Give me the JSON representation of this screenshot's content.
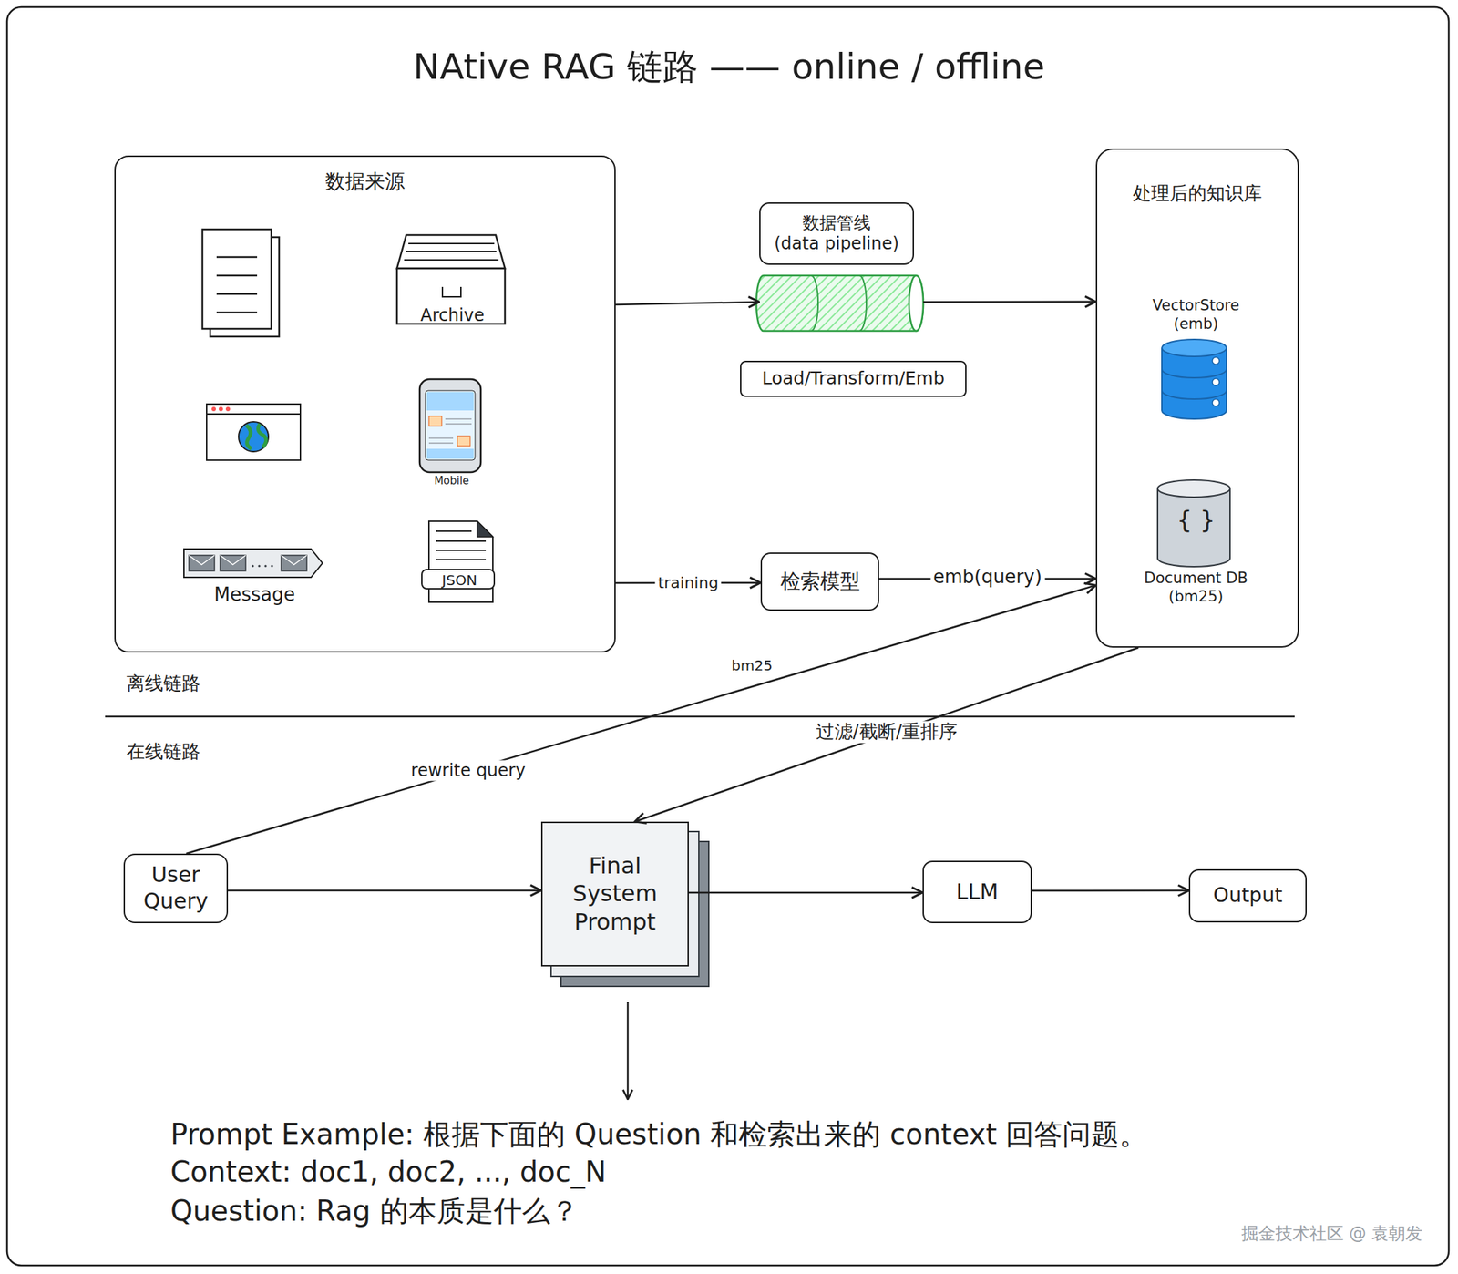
{
  "diagram": {
    "title": "NAtive RAG 链路 —— online / offline",
    "nodes": [
      {
        "text": [
          "数据来源"
        ]
      },
      {
        "text": [
          "Archive"
        ],
        "in": 0
      },
      {
        "text": [
          "Mobile"
        ],
        "in": 0
      },
      {
        "text": [
          "Message"
        ],
        "in": 0
      },
      {
        "text": [
          "JSON"
        ],
        "in": 0
      },
      {
        "text": [
          "数据管线",
          "(data pipeline)"
        ]
      },
      {
        "text": [
          "Load/Transform/Emb"
        ]
      },
      {
        "text": [
          "处理后的知识库"
        ]
      },
      {
        "text": [
          "VectorStore (emb)"
        ],
        "in": 7
      },
      {
        "text": [
          "{ }",
          "Document DB (bm25)"
        ],
        "in": 7
      },
      {
        "text": [
          "检索模型"
        ]
      },
      {
        "text": [
          "User Query"
        ]
      },
      {
        "text": [
          "Final System Prompt"
        ]
      },
      {
        "text": [
          "LLM"
        ]
      },
      {
        "text": [
          "Output"
        ]
      }
    ],
    "edges": [
      {
        "from": 0,
        "to": 5,
        "arrow": "to"
      },
      {
        "from": 5,
        "to": 7,
        "arrow": "to"
      },
      {
        "from": 0,
        "to": 10,
        "label": "training",
        "arrow": "to"
      },
      {
        "from": 10,
        "to": 7,
        "label": "emb(query)",
        "arrow": "to"
      },
      {
        "from": 11,
        "to": 7,
        "label": "rewrite query",
        "arrow": "to"
      },
      {
        "from": 7,
        "to": 12,
        "label": "过滤/截断/重排序",
        "arrow": "to"
      },
      {
        "from": 11,
        "to": 12,
        "arrow": "to"
      },
      {
        "from": 12,
        "to": 13,
        "arrow": "to"
      },
      {
        "from": 13,
        "to": 14,
        "arrow": "to"
      }
    ],
    "labels": [
      "bm25",
      "离线链路",
      "在线链路",
      "Prompt Example: 根据下面的 Question 和检索出来的 context 回答问题。",
      "Context: doc1, doc2, ..., doc_N",
      "Question: Rag 的本质是什么？",
      "掘金技术社区 @ 袁朝发"
    ]
  }
}
